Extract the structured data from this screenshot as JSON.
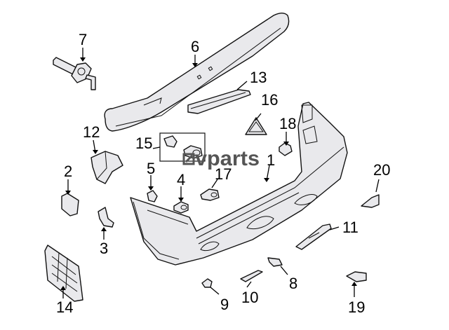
{
  "diagram": {
    "type": "exploded parts diagram",
    "colors": {
      "part_fill": "#e9e9ec",
      "outline": "#111111",
      "watermark": "#555555"
    },
    "callouts": [
      {
        "id": "1",
        "label": "1"
      },
      {
        "id": "2",
        "label": "2"
      },
      {
        "id": "3",
        "label": "3"
      },
      {
        "id": "4",
        "label": "4"
      },
      {
        "id": "5",
        "label": "5"
      },
      {
        "id": "6",
        "label": "6"
      },
      {
        "id": "7",
        "label": "7"
      },
      {
        "id": "8",
        "label": "8"
      },
      {
        "id": "9",
        "label": "9"
      },
      {
        "id": "10",
        "label": "10"
      },
      {
        "id": "11",
        "label": "11"
      },
      {
        "id": "12",
        "label": "12"
      },
      {
        "id": "13",
        "label": "13"
      },
      {
        "id": "14",
        "label": "14"
      },
      {
        "id": "15",
        "label": "15"
      },
      {
        "id": "16",
        "label": "16"
      },
      {
        "id": "17",
        "label": "17"
      },
      {
        "id": "18",
        "label": "18"
      },
      {
        "id": "19",
        "label": "19"
      },
      {
        "id": "20",
        "label": "20"
      }
    ],
    "watermark": {
      "text": "vparts",
      "logo_icon": "square-arrow-logo"
    }
  }
}
